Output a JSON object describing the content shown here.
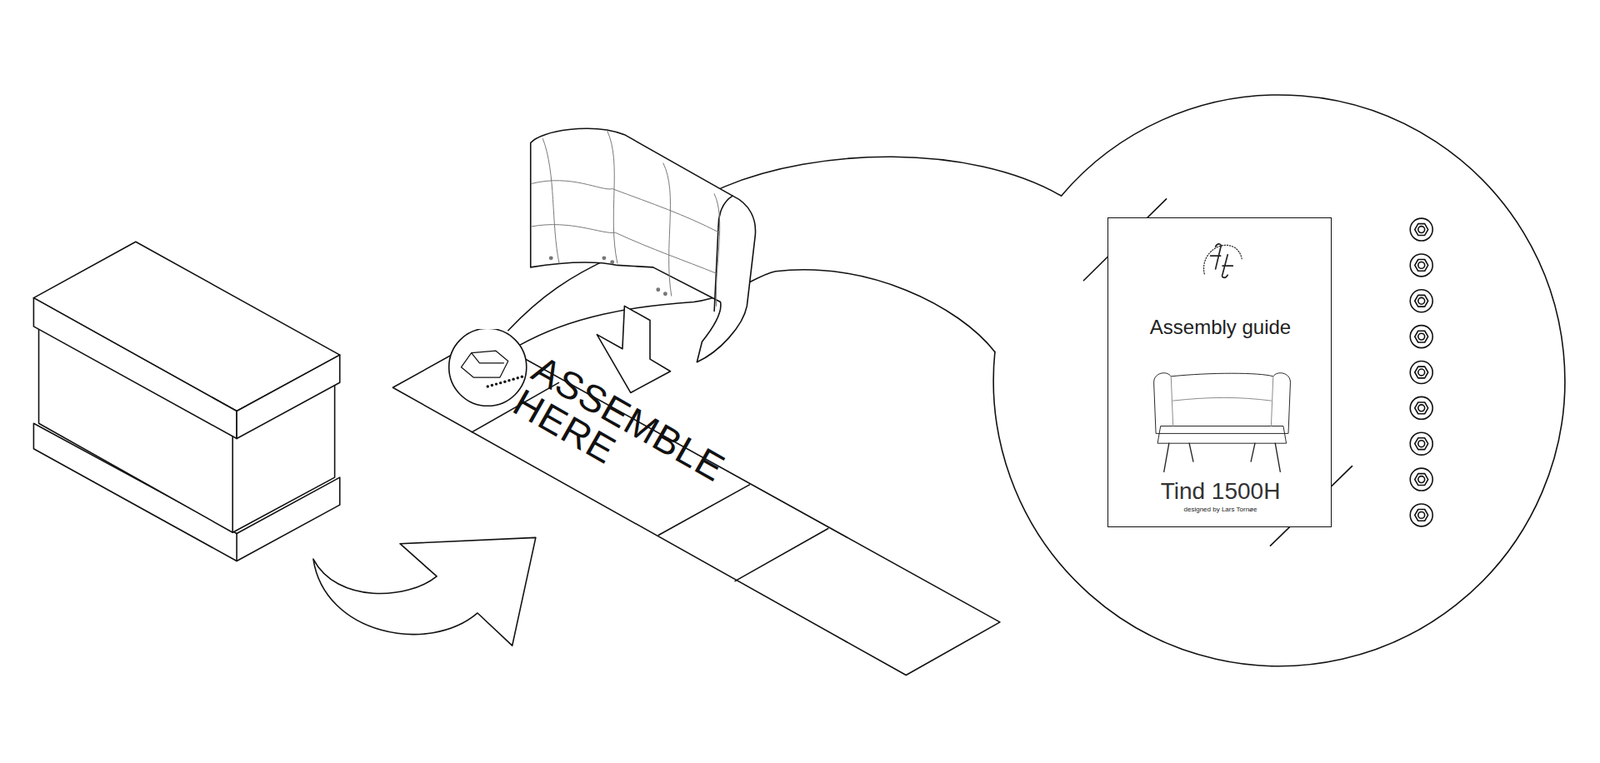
{
  "diagram": {
    "nodes": [
      {
        "text": [
          "ASSEMBLE HERE"
        ]
      },
      {
        "text": [
          "Assembly guide",
          "Tind 1500H",
          "designed by Lars Tornøe"
        ]
      }
    ]
  }
}
